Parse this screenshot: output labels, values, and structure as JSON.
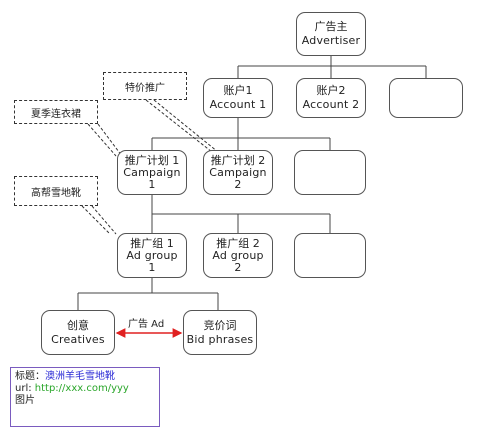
{
  "nodes": {
    "advertiser": {
      "zh": "广告主",
      "en": "Advertiser"
    },
    "account1": {
      "zh": "账户1",
      "en": "Account 1"
    },
    "account2": {
      "zh": "账户2",
      "en": "Account 2"
    },
    "campaign1": {
      "zh": "推广计划 1",
      "en1": "Campaign",
      "en2": "1"
    },
    "campaign2": {
      "zh": "推广计划 2",
      "en1": "Campaign",
      "en2": "2"
    },
    "adgroup1": {
      "zh": "推广组 1",
      "en1": "Ad group",
      "en2": "1"
    },
    "adgroup2": {
      "zh": "推广组 2",
      "en1": "Ad group",
      "en2": "2"
    },
    "creatives": {
      "zh": "创意",
      "en": "Creatives"
    },
    "bidphrases": {
      "zh": "竞价词",
      "en": "Bid phrases"
    }
  },
  "callouts": {
    "special_offer": "特价推广",
    "summer_dress": "夏季连衣裙",
    "snow_boots": "高帮雪地靴"
  },
  "edge_label": "广告 Ad",
  "ad_info": {
    "title_label": "标题：",
    "title_value": "澳洲羊毛雪地靴",
    "url_label": "url: ",
    "url_value": "http://xxx.com/yyy",
    "image_label": "图片"
  },
  "colors": {
    "arrow": "#e02020",
    "title_value": "#2b2bd6",
    "url_value": "#2aa62a",
    "meta_border": "#7a5bbf"
  }
}
